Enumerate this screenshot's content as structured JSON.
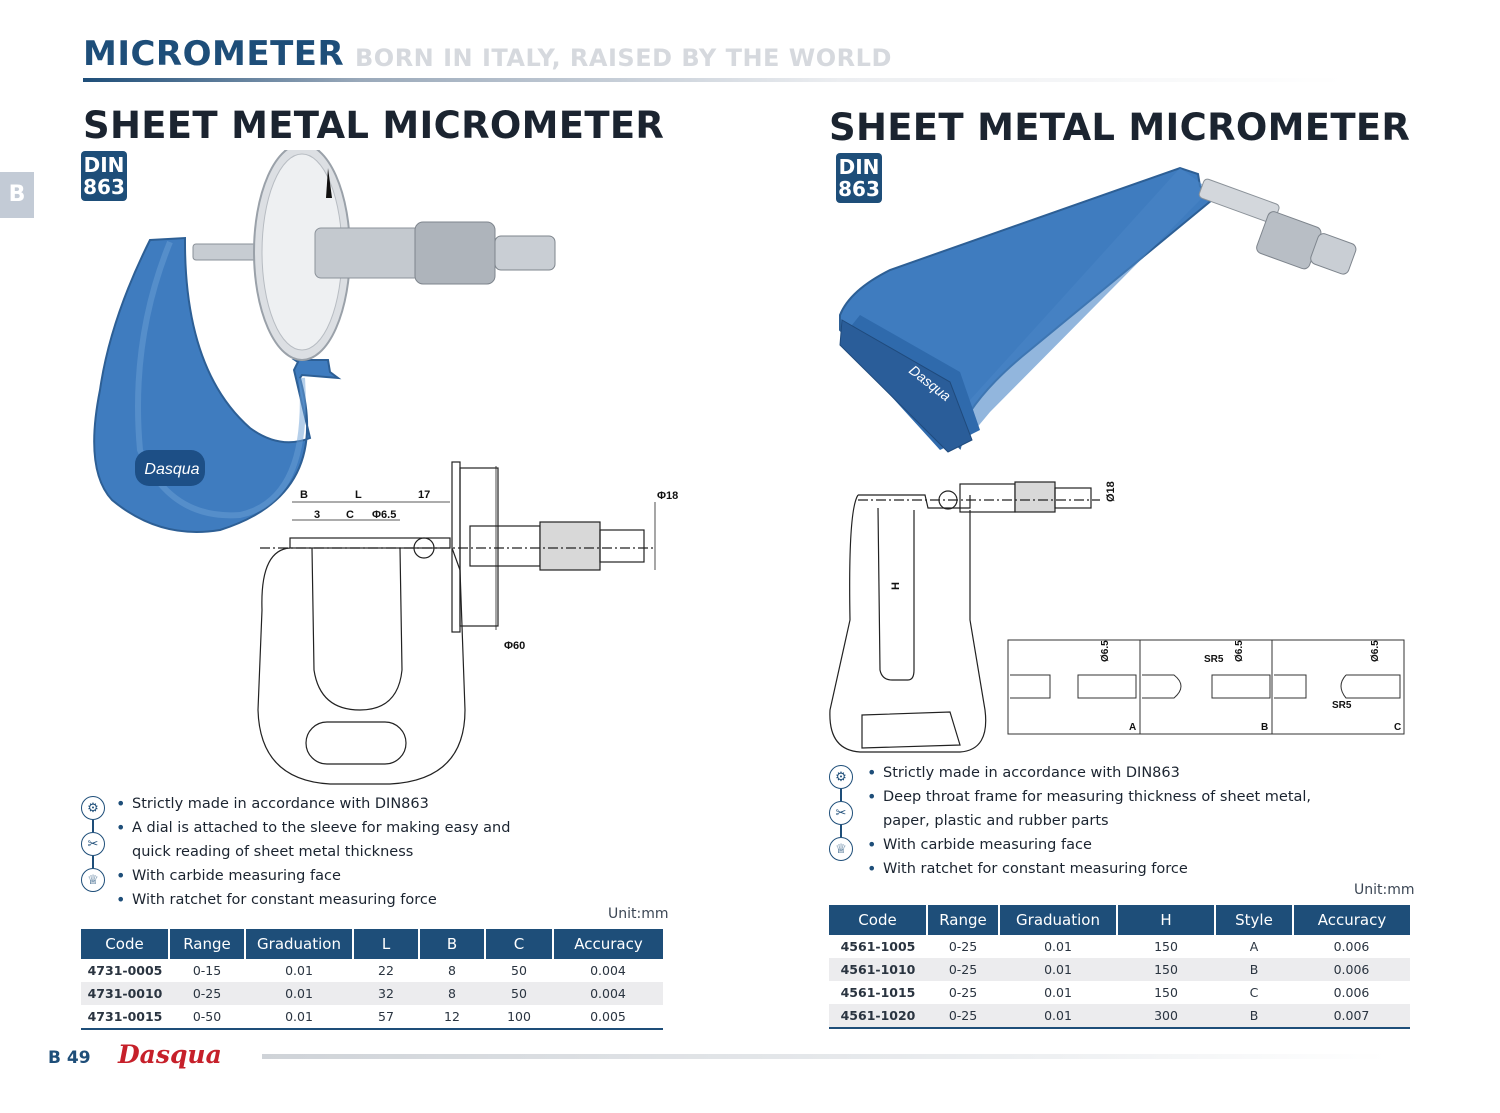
{
  "header": {
    "title": "MICROMETER",
    "subtitle": "BORN IN ITALY, RAISED BY THE WORLD"
  },
  "side_tab": "B",
  "left": {
    "title": "SHEET METAL MICROMETER",
    "din_line1": "DIN",
    "din_line2": "863",
    "image_brand": "Dasqua",
    "dims": {
      "B": "B",
      "L": "L",
      "d17": "17",
      "d3": "3",
      "C": "C",
      "phi65": "Φ6.5",
      "phi18": "Φ18",
      "phi60": "Φ60"
    },
    "features": [
      "Strictly made in accordance with DIN863",
      "A dial is attached to the sleeve for making easy and",
      "quick reading of sheet metal thickness",
      "With carbide measuring face",
      "With ratchet for constant measuring force"
    ],
    "unit": "Unit:mm",
    "table": {
      "headers": [
        "Code",
        "Range",
        "Graduation",
        "L",
        "B",
        "C",
        "Accuracy"
      ],
      "rows": [
        [
          "4731-0005",
          "0-15",
          "0.01",
          "22",
          "8",
          "50",
          "0.004"
        ],
        [
          "4731-0010",
          "0-25",
          "0.01",
          "32",
          "8",
          "50",
          "0.004"
        ],
        [
          "4731-0015",
          "0-50",
          "0.01",
          "57",
          "12",
          "100",
          "0.005"
        ]
      ]
    }
  },
  "right": {
    "title": "SHEET METAL MICROMETER",
    "din_line1": "DIN",
    "din_line2": "863",
    "image_brand": "Dasqua",
    "dims": {
      "H": "H",
      "phi18": "Ø18",
      "phi65": "Ø6.5",
      "sr5": "SR5",
      "A": "A",
      "B": "B",
      "C": "C"
    },
    "features": [
      "Strictly made in accordance with DIN863",
      "Deep throat frame for measuring thickness of sheet metal,",
      "paper, plastic and rubber parts",
      "With carbide measuring face",
      "With ratchet for constant measuring force"
    ],
    "unit": "Unit:mm",
    "table": {
      "headers": [
        "Code",
        "Range",
        "Graduation",
        "H",
        "Style",
        "Accuracy"
      ],
      "rows": [
        [
          "4561-1005",
          "0-25",
          "0.01",
          "150",
          "A",
          "0.006"
        ],
        [
          "4561-1010",
          "0-25",
          "0.01",
          "150",
          "B",
          "0.006"
        ],
        [
          "4561-1015",
          "0-25",
          "0.01",
          "150",
          "C",
          "0.006"
        ],
        [
          "4561-1020",
          "0-25",
          "0.01",
          "300",
          "B",
          "0.007"
        ]
      ]
    }
  },
  "footer": {
    "page": "B 49",
    "brand": "Dasqua"
  },
  "colors": {
    "brand_blue": "#1e4e79",
    "frame_blue": "#3f7cbf",
    "brand_red": "#c6202a"
  },
  "icons": [
    "gear-icon",
    "tools-icon",
    "trophy-icon"
  ]
}
